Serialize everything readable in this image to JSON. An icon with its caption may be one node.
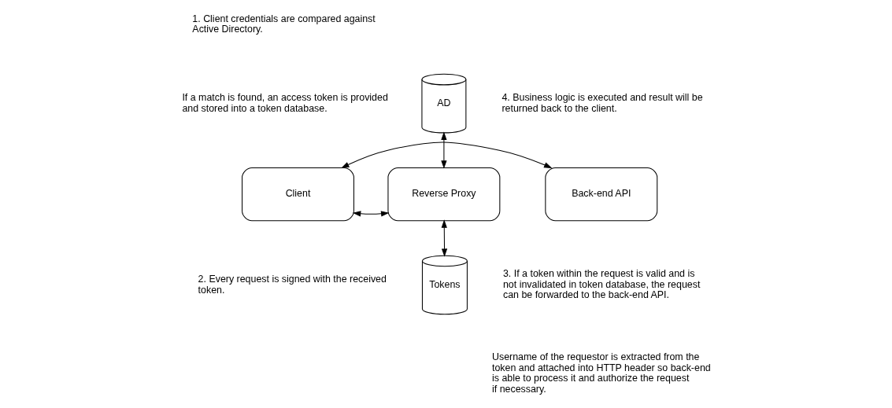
{
  "diagram": {
    "nodes": [
      {
        "text": [
          "AD"
        ]
      },
      {
        "text": [
          "Client"
        ]
      },
      {
        "text": [
          "Reverse Proxy"
        ]
      },
      {
        "text": [
          "Back-end API"
        ]
      },
      {
        "text": [
          "Tokens"
        ]
      }
    ],
    "edges": [
      {
        "from": 0,
        "to": 2,
        "arrow": "both"
      },
      {
        "from": 1,
        "to": 2,
        "arrow": "both"
      },
      {
        "from": 1,
        "to": 3,
        "arrow": "both"
      },
      {
        "from": 2,
        "to": 4,
        "arrow": "both"
      }
    ],
    "labels": [
      "1. Client credentials are compared against Active Directory.",
      "If a match is found, an access token is provided and stored into a token database.",
      "4. Business logic is executed and result will be returned back to the client.",
      "2. Every request is signed with the received token.",
      "3. If a token within the request is valid and is not invalidated in token database, the request can be forwarded to the back-end API.",
      "Username of the requestor is extracted from the token and attached into HTTP header so back-end is able to process it and authorize the request if necessary."
    ]
  }
}
